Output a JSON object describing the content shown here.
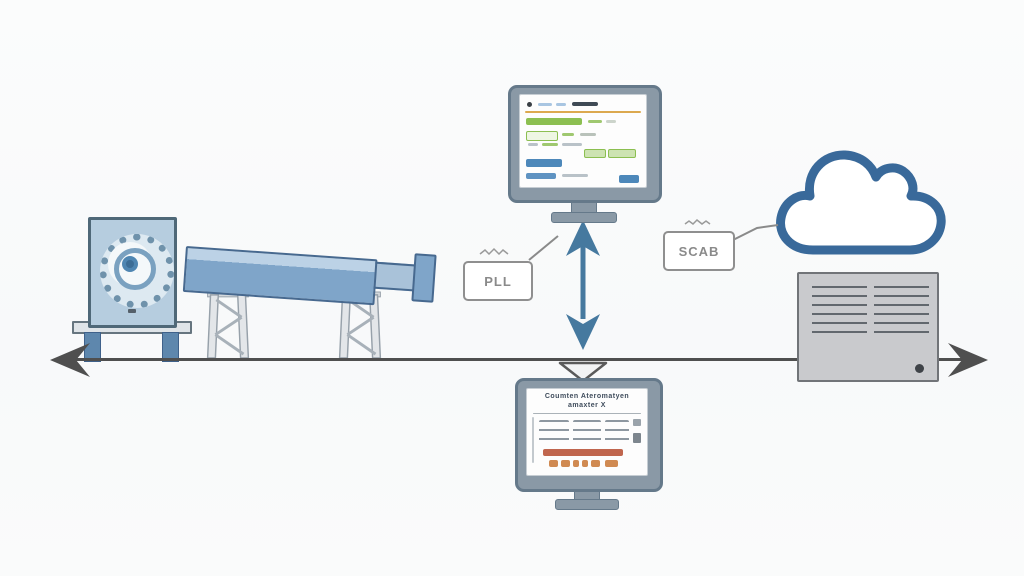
{
  "diagram": {
    "type": "industrial-automation-architecture",
    "tags": {
      "plc": "PLL",
      "scada": "SCAB"
    },
    "hmi_bottom": {
      "title_line1": "Coumten Ateromatyen",
      "title_line2": "amaxter X"
    },
    "nodes": [
      "gear-machine-on-stand",
      "conveyor-table",
      "plc-tag",
      "hmi-monitor-top",
      "scada-tag",
      "cloud",
      "server-cabinet",
      "hmi-monitor-bottom"
    ],
    "connections": [
      "fieldbus-horizontal-line-double-arrow",
      "vertical-bidirectional-arrow-hmi-to-bus",
      "bus-drop-to-bottom-monitor"
    ],
    "colors": {
      "bus_line": "#4f4f4f",
      "arrow_blue": "#46799f",
      "cloud_blue": "#39699a",
      "machine_blue": "#7fa5c9",
      "machine_light_blue": "#b6cddf",
      "hmi_green": "#8cbf51",
      "hmi_blue": "#4d88ba",
      "hmi_orange_bar": "#c0664e",
      "hmi_orange_buttons": "#d08a52",
      "header_orange_rule": "#dca94f",
      "monitor_frame": "#8a99a6",
      "server_gray": "#c9cacd"
    }
  }
}
